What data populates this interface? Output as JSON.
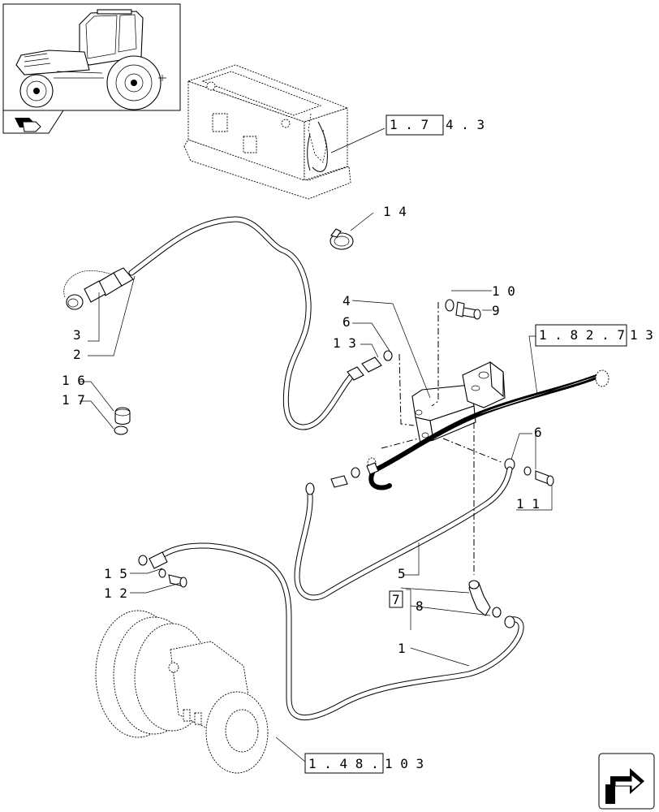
{
  "callouts": {
    "c1": "1",
    "c2": "2",
    "c3": "3",
    "c4": "4",
    "c5": "5",
    "c6a": "6",
    "c6b": "6",
    "c8": "8",
    "c9": "9",
    "c10": "1 0",
    "c11": "1 1",
    "c12": "1 2",
    "c13": "1 3",
    "c14": "1 4",
    "c15": "1 5",
    "c16": "1 6",
    "c17": "1 7"
  },
  "references": {
    "battery_ref_box": "1 . 7",
    "battery_ref_tail": "4 . 3",
    "valve_ref_box": "1 . 8 2 . 7",
    "valve_ref_tail": "1 3",
    "axle_ref_box": "1 . 4 8 .",
    "axle_ref_tail": "1   0 3",
    "kit_box": "7"
  },
  "icons": {
    "tractor_thumbnail": "tractor-thumbnail-icon",
    "section_arrow": "section-arrow-icon",
    "next_page": "next-page-arrow-icon"
  }
}
